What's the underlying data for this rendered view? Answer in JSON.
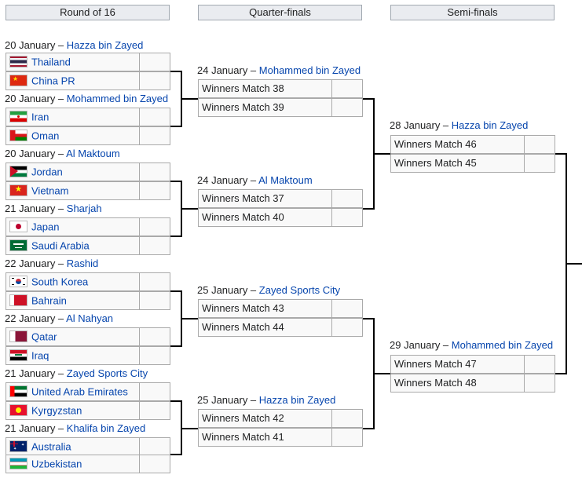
{
  "headers": {
    "r16": "Round of 16",
    "qf": "Quarter-finals",
    "sf": "Semi-finals"
  },
  "r16": [
    {
      "date": "20 January – ",
      "venue": "Hazza bin Zayed",
      "team1": {
        "name": "Thailand",
        "flag": "thailand-flag"
      },
      "team2": {
        "name": "China PR",
        "flag": "china-flag"
      }
    },
    {
      "date": "20 January – ",
      "venue": "Mohammed bin Zayed",
      "team1": {
        "name": "Iran",
        "flag": "iran-flag"
      },
      "team2": {
        "name": "Oman",
        "flag": "oman-flag"
      }
    },
    {
      "date": "20 January – ",
      "venue": "Al Maktoum",
      "team1": {
        "name": "Jordan",
        "flag": "jordan-flag"
      },
      "team2": {
        "name": "Vietnam",
        "flag": "vietnam-flag"
      }
    },
    {
      "date": "21 January – ",
      "venue": "Sharjah",
      "team1": {
        "name": "Japan",
        "flag": "japan-flag"
      },
      "team2": {
        "name": "Saudi Arabia",
        "flag": "saudi-arabia-flag"
      }
    },
    {
      "date": "22 January – ",
      "venue": "Rashid",
      "team1": {
        "name": "South Korea",
        "flag": "south-korea-flag"
      },
      "team2": {
        "name": "Bahrain",
        "flag": "bahrain-flag"
      }
    },
    {
      "date": "22 January – ",
      "venue": "Al Nahyan",
      "team1": {
        "name": "Qatar",
        "flag": "qatar-flag"
      },
      "team2": {
        "name": "Iraq",
        "flag": "iraq-flag"
      }
    },
    {
      "date": "21 January – ",
      "venue": "Zayed Sports City",
      "team1": {
        "name": "United Arab Emirates",
        "flag": "uae-flag"
      },
      "team2": {
        "name": "Kyrgyzstan",
        "flag": "kyrgyzstan-flag"
      }
    },
    {
      "date": "21 January – ",
      "venue": "Khalifa bin Zayed",
      "team1": {
        "name": "Australia",
        "flag": "australia-flag"
      },
      "team2": {
        "name": "Uzbekistan",
        "flag": "uzbekistan-flag"
      }
    }
  ],
  "qf": [
    {
      "date": "24 January – ",
      "venue": "Mohammed bin Zayed",
      "team1": "Winners Match 38",
      "team2": "Winners Match 39"
    },
    {
      "date": "24 January – ",
      "venue": "Al Maktoum",
      "team1": "Winners Match 37",
      "team2": "Winners Match 40"
    },
    {
      "date": "25 January – ",
      "venue": "Zayed Sports City",
      "team1": "Winners Match 43",
      "team2": "Winners Match 44"
    },
    {
      "date": "25 January – ",
      "venue": "Hazza bin Zayed",
      "team1": "Winners Match 42",
      "team2": "Winners Match 41"
    }
  ],
  "sf": [
    {
      "date": "28 January – ",
      "venue": "Hazza bin Zayed",
      "team1": "Winners Match 46",
      "team2": "Winners Match 45"
    },
    {
      "date": "29 January – ",
      "venue": "Mohammed bin Zayed",
      "team1": "Winners Match 47",
      "team2": "Winners Match 48"
    }
  ],
  "colors": {
    "link": "#0645ad",
    "header_bg": "#eaecf0",
    "cell_bg": "#f9f9f9",
    "border": "#aaaaaa",
    "connector": "#000000"
  }
}
